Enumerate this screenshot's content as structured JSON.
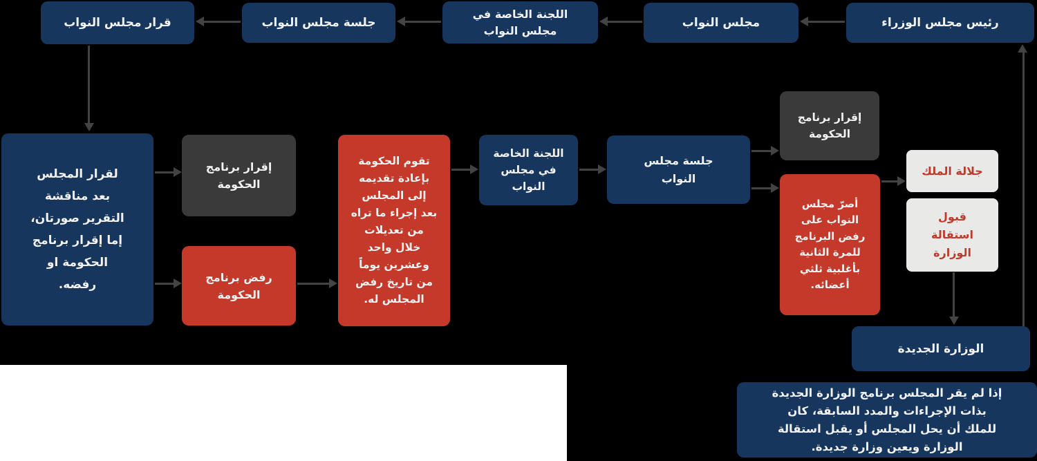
{
  "colors": {
    "background": "#000000",
    "white_patch": "#ffffff",
    "box_blue": "#17365d",
    "box_dark": "#3a3a3a",
    "box_red": "#c5392b",
    "box_light": "#e9e9e7",
    "text_light": "#f2f2f2",
    "text_red": "#c0392b",
    "arrow": "#434343"
  },
  "nodes": {
    "prime_minister": {
      "label": "رئيس مجلس الوزراء"
    },
    "house_of_representatives": {
      "label": "مجلس النواب"
    },
    "special_committee_top": {
      "label": "اللجنة الخاصة في\nمجلس النواب"
    },
    "house_session_top": {
      "label": "جلسة مجلس النواب"
    },
    "house_decision": {
      "label": "قرار مجلس النواب"
    },
    "decision_outcomes": {
      "label": "لقرار المجلس\nبعد مناقشة\nالتقرير صورتان،\nإما إقرار برنامج\nالحكومة او\nرفضه."
    },
    "approve_program_left": {
      "label": "إقرار برنامج\nالحكومة"
    },
    "reject_program": {
      "label": "رفض برنامج\nالحكومة"
    },
    "resubmit_program": {
      "label": "تقوم الحكومة\nبإعادة تقديمه\nإلى المجلس\nبعد إجراء ما تراه\nمن تعديلات\nخلال واحد\nوعشرين يوماً\nمن تاريخ رفض\nالمجلس له."
    },
    "special_committee_mid": {
      "label": "اللجنة الخاصة\nفي مجلس\nالنواب"
    },
    "house_session_mid": {
      "label": "جلسة مجلس\nالنواب"
    },
    "approve_program_right": {
      "label": "إقرار برنامج\nالحكومة"
    },
    "insist_rejection": {
      "label": "أصرّ مجلس\nالنواب على\nرفض البرنامج\nللمرة الثانية\nبأغلبية ثلثي\nأعضائه."
    },
    "king": {
      "label": "جلالة الملك"
    },
    "accept_resignation": {
      "label": "قبول\nاستقالة\nالوزارة"
    },
    "new_ministry": {
      "label": "الوزارة الجديدة"
    },
    "bottom_note": {
      "label": "إذا لم يقر المجلس برنامج الوزارة الجديدة\nبذات الإجراءات والمدد السابقة، كان\nللملك أن يحل المجلس أو يقبل استقالة\nالوزارة ويعين وزارة جديدة."
    }
  }
}
